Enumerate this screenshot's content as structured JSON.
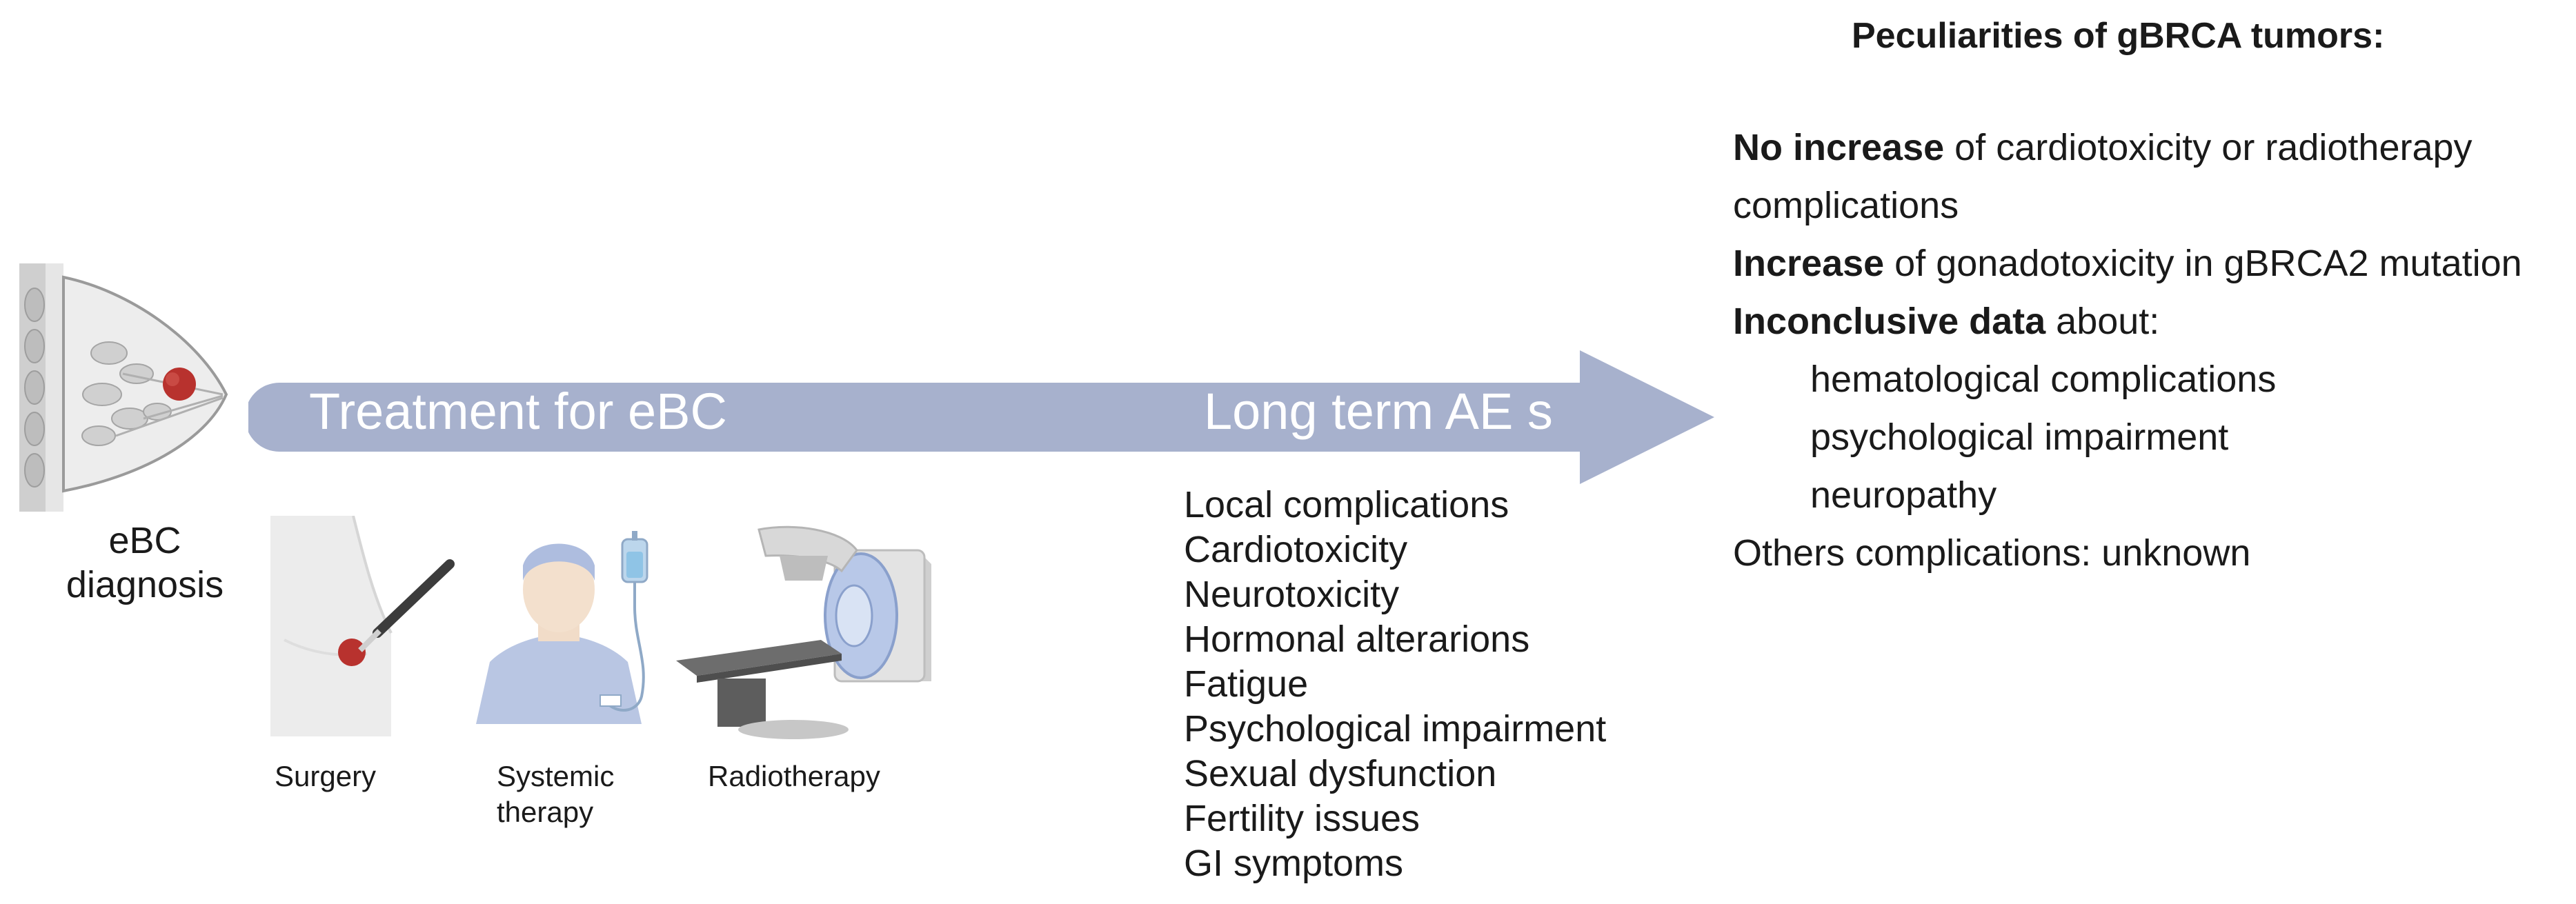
{
  "diagnosis": {
    "label": "eBC\ndiagnosis"
  },
  "arrow": {
    "left_label": "Treatment for eBC",
    "right_label": "Long term AE s",
    "color": "#a7b1cd"
  },
  "treatments": [
    {
      "label": "Surgery",
      "icon": "surgery-scalpel-icon"
    },
    {
      "label": "Systemic\ntherapy",
      "icon": "iv-infusion-patient-icon"
    },
    {
      "label": "Radiotherapy",
      "icon": "linear-accelerator-icon"
    }
  ],
  "adverse_events": [
    "Local complications",
    "Cardiotoxicity",
    "Neurotoxicity",
    "Hormonal alterarions",
    "Fatigue",
    "Psychological impairment",
    "Sexual dysfunction",
    "Fertility issues",
    "GI symptoms"
  ],
  "peculiarities": {
    "title": "Peculiarities of gBRCA tumors:",
    "no_increase_bold": "No increase",
    "no_increase_text": " of cardiotoxicity or radiotherapy",
    "no_increase_text_cont": "complications",
    "increase_bold": "Increase",
    "increase_text": " of gonadotoxicity in gBRCA2 mutation",
    "inconclusive_bold": "Inconclusive data",
    "inconclusive_text": " about:",
    "inconclusive_items": [
      "hematological complications",
      "psychological impairment",
      "neuropathy"
    ],
    "others": "Others complications: unknown"
  },
  "colors": {
    "tumor": "#b8322e",
    "tissue": "#d9d9d9",
    "arrow": "#a7b1cd"
  }
}
